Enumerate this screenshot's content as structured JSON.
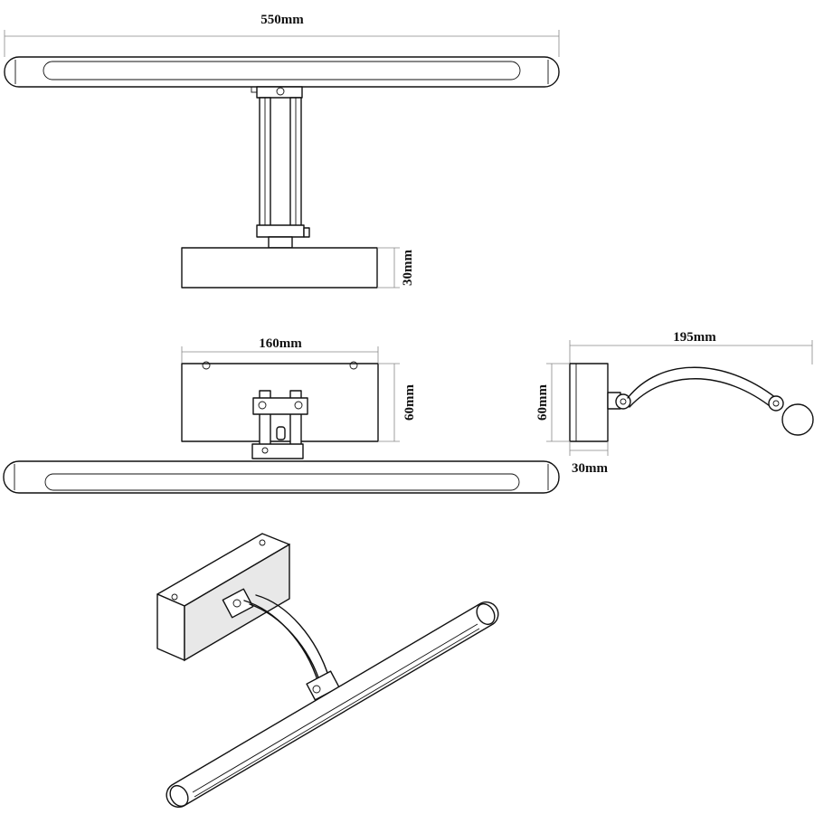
{
  "dimensions": {
    "top_width": "550mm",
    "top_depth": "30mm",
    "front_base_width": "160mm",
    "front_base_height": "60mm",
    "side_reach": "195mm",
    "side_height": "60mm",
    "side_depth": "30mm"
  }
}
